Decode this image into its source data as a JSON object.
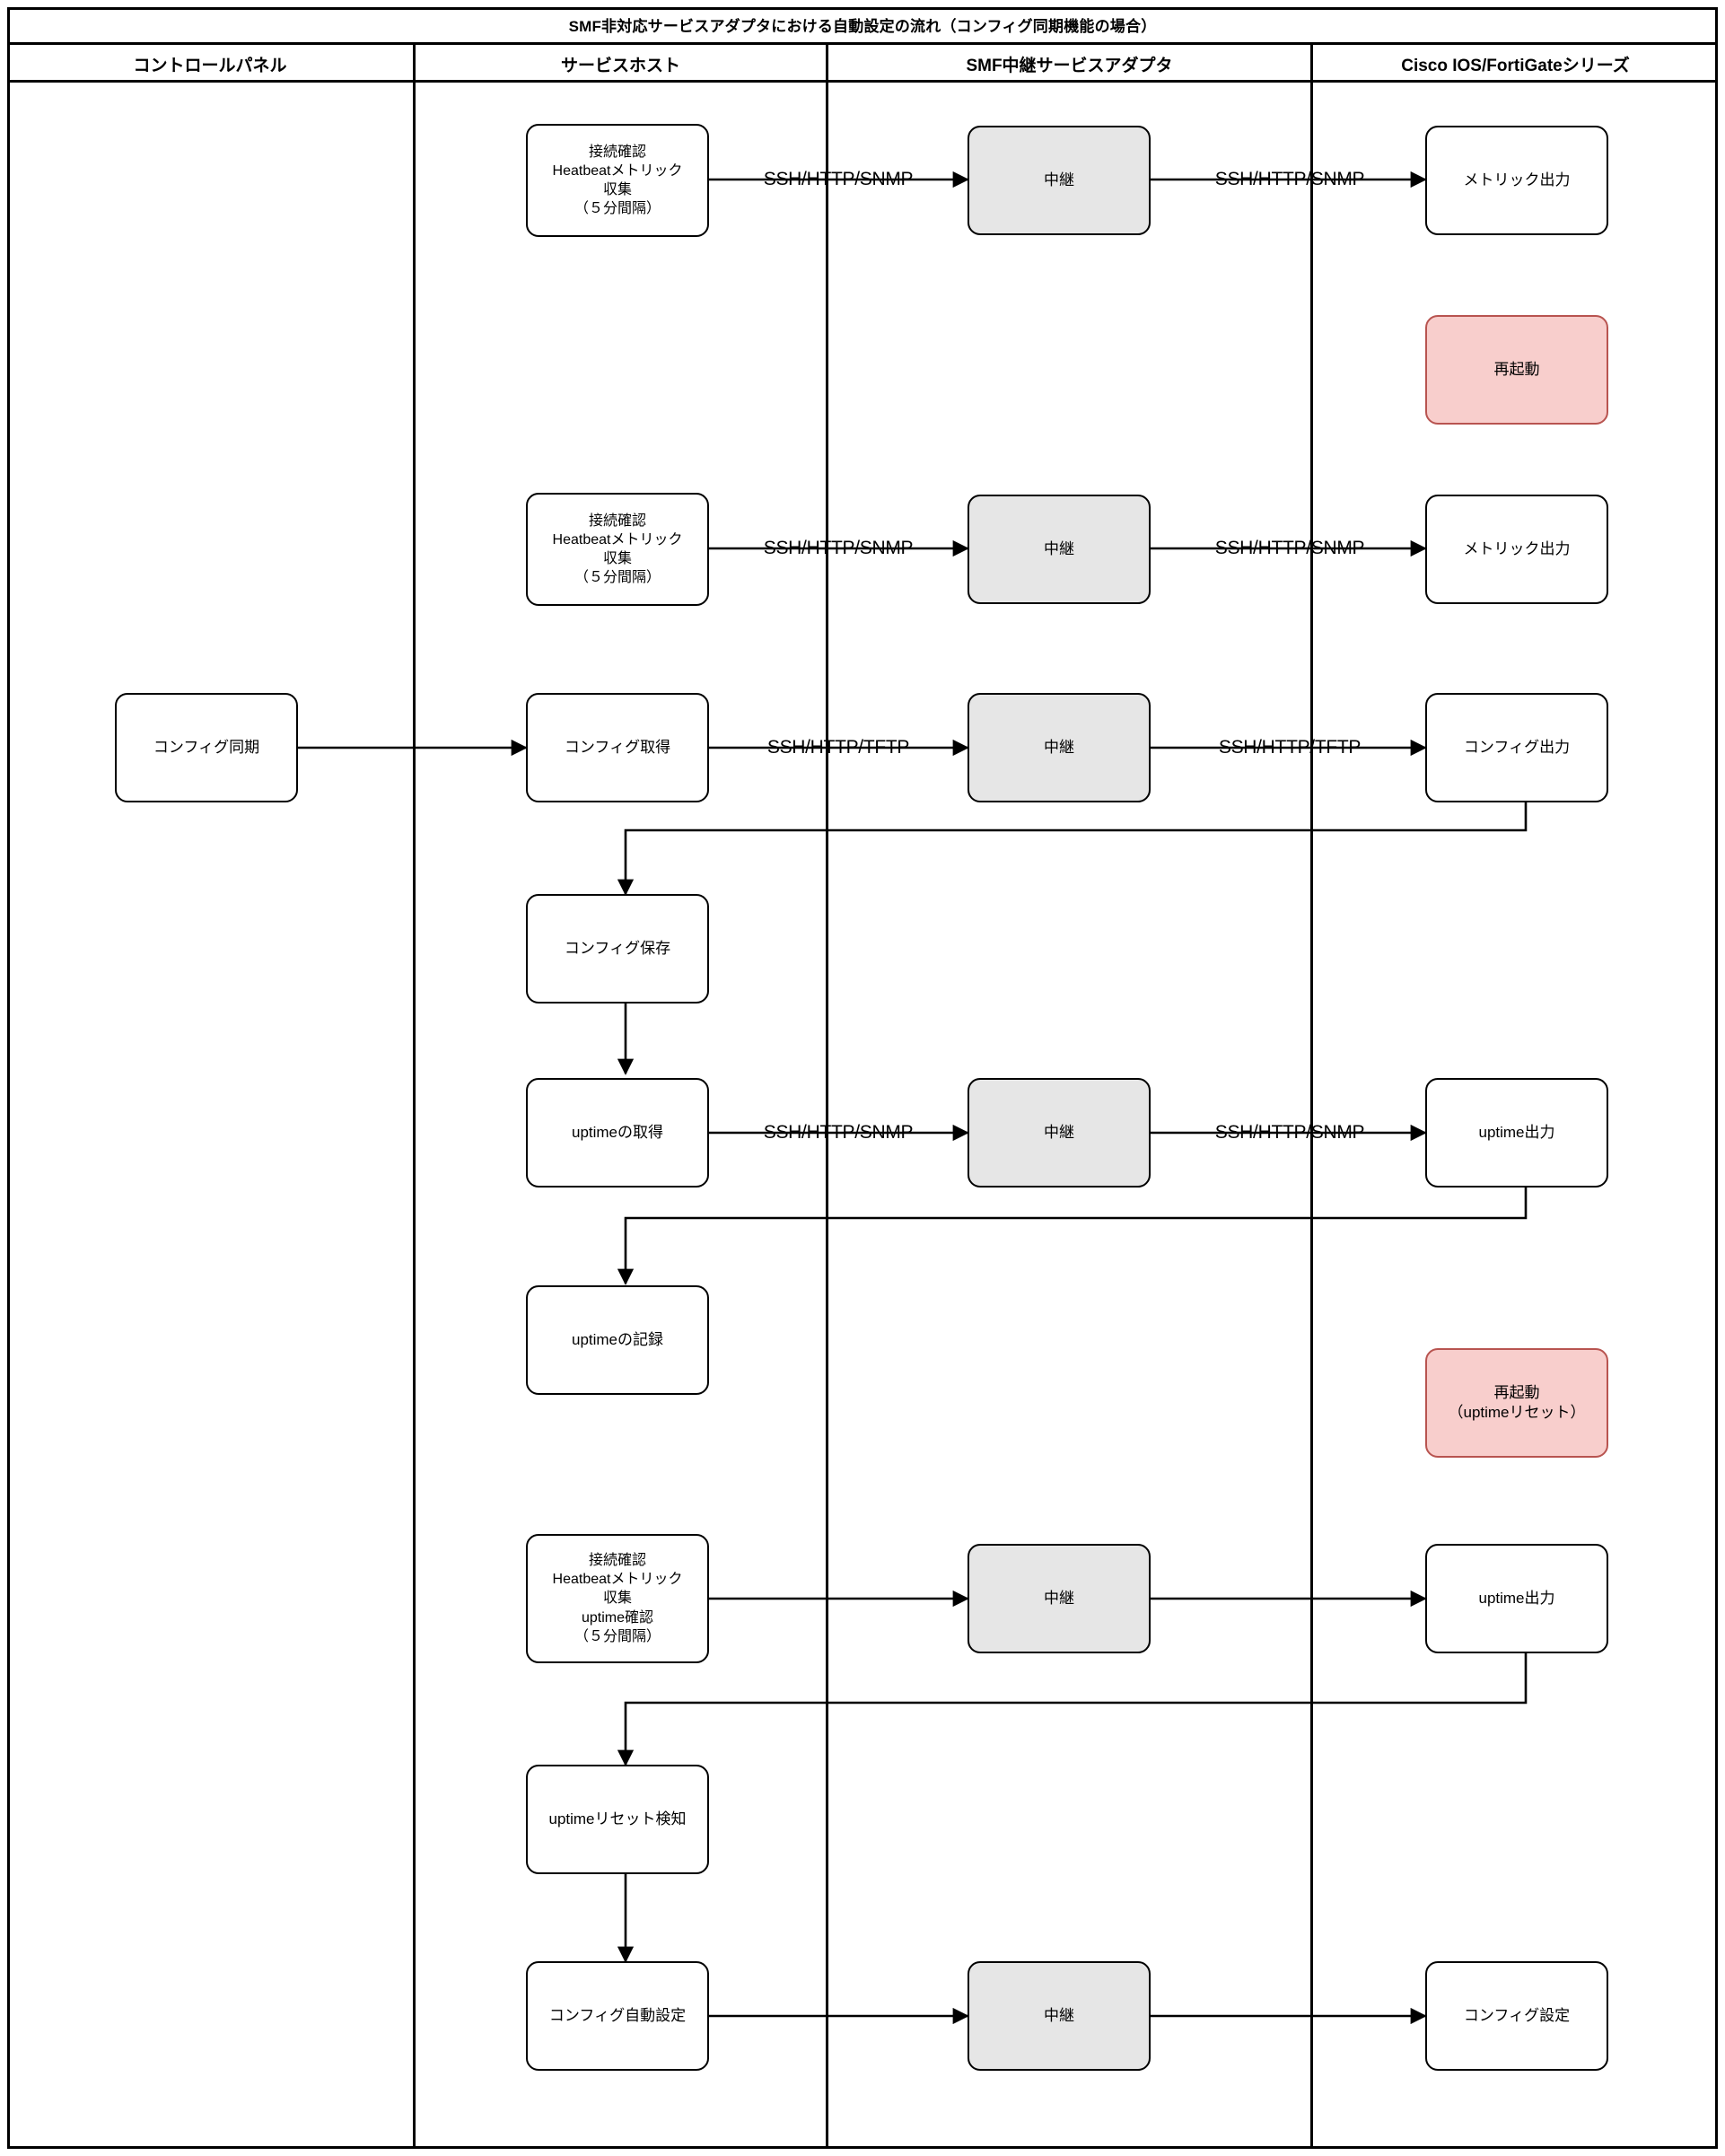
{
  "diagram": {
    "title": "SMF非対応サービスアダプタにおける自動設定の流れ（コンフィグ同期機能の場合）",
    "type": "swimlane-flowchart",
    "colors": {
      "background": "#ffffff",
      "stroke": "#000000",
      "relay_fill": "#e6e6e6",
      "alert_fill": "#f8cecc",
      "alert_stroke": "#b85450"
    }
  },
  "lanes": [
    {
      "id": "control-panel",
      "label": "コントロールパネル"
    },
    {
      "id": "service-host",
      "label": "サービスホスト"
    },
    {
      "id": "smf-relay-adapter",
      "label": "SMF中継サービスアダプタ"
    },
    {
      "id": "cisco-fortigate",
      "label": "Cisco IOS/FortiGateシリーズ"
    }
  ],
  "nodes": [
    {
      "id": "n-heartbeat-1",
      "lane": "service-host",
      "label": "接続確認\nHeatbeatメトリック\n収集\n（５分間隔）",
      "style": "plain"
    },
    {
      "id": "n-relay-1",
      "lane": "smf-relay-adapter",
      "label": "中継",
      "style": "relay"
    },
    {
      "id": "n-metric-out-1",
      "lane": "cisco-fortigate",
      "label": "メトリック出力",
      "style": "plain"
    },
    {
      "id": "n-reboot-1",
      "lane": "cisco-fortigate",
      "label": "再起動",
      "style": "alert"
    },
    {
      "id": "n-heartbeat-2",
      "lane": "service-host",
      "label": "接続確認\nHeatbeatメトリック\n収集\n（５分間隔）",
      "style": "plain"
    },
    {
      "id": "n-relay-2",
      "lane": "smf-relay-adapter",
      "label": "中継",
      "style": "relay"
    },
    {
      "id": "n-metric-out-2",
      "lane": "cisco-fortigate",
      "label": "メトリック出力",
      "style": "plain"
    },
    {
      "id": "n-config-sync",
      "lane": "control-panel",
      "label": "コンフィグ同期",
      "style": "plain"
    },
    {
      "id": "n-config-fetch",
      "lane": "service-host",
      "label": "コンフィグ取得",
      "style": "plain"
    },
    {
      "id": "n-relay-3",
      "lane": "smf-relay-adapter",
      "label": "中継",
      "style": "relay"
    },
    {
      "id": "n-config-out",
      "lane": "cisco-fortigate",
      "label": "コンフィグ出力",
      "style": "plain"
    },
    {
      "id": "n-config-save",
      "lane": "service-host",
      "label": "コンフィグ保存",
      "style": "plain"
    },
    {
      "id": "n-uptime-get",
      "lane": "service-host",
      "label": "uptimeの取得",
      "style": "plain"
    },
    {
      "id": "n-relay-4",
      "lane": "smf-relay-adapter",
      "label": "中継",
      "style": "relay"
    },
    {
      "id": "n-uptime-out-1",
      "lane": "cisco-fortigate",
      "label": "uptime出力",
      "style": "plain"
    },
    {
      "id": "n-uptime-record",
      "lane": "service-host",
      "label": "uptimeの記録",
      "style": "plain"
    },
    {
      "id": "n-reboot-2",
      "lane": "cisco-fortigate",
      "label": "再起動\n（uptimeリセット）",
      "style": "alert"
    },
    {
      "id": "n-heartbeat-3",
      "lane": "service-host",
      "label": "接続確認\nHeatbeatメトリック\n収集\nuptime確認\n（５分間隔）",
      "style": "plain"
    },
    {
      "id": "n-relay-5",
      "lane": "smf-relay-adapter",
      "label": "中継",
      "style": "relay"
    },
    {
      "id": "n-uptime-out-2",
      "lane": "cisco-fortigate",
      "label": "uptime出力",
      "style": "plain"
    },
    {
      "id": "n-uptime-reset-detect",
      "lane": "service-host",
      "label": "uptimeリセット検知",
      "style": "plain"
    },
    {
      "id": "n-config-autoset",
      "lane": "service-host",
      "label": "コンフィグ自動設定",
      "style": "plain"
    },
    {
      "id": "n-relay-6",
      "lane": "smf-relay-adapter",
      "label": "中継",
      "style": "relay"
    },
    {
      "id": "n-config-set",
      "lane": "cisco-fortigate",
      "label": "コンフィグ設定",
      "style": "plain"
    }
  ],
  "edge_labels": {
    "hb1_to_relay": "SSH/HTTP/SNMP",
    "relay1_to_metric": "SSH/HTTP/SNMP",
    "hb2_to_relay": "SSH/HTTP/SNMP",
    "relay2_to_metric": "SSH/HTTP/SNMP",
    "fetch_to_relay": "SSH/HTTP/TFTP",
    "relay3_to_out": "SSH/HTTP/TFTP",
    "uptime_to_relay": "SSH/HTTP/SNMP",
    "relay4_to_out": "SSH/HTTP/SNMP"
  }
}
